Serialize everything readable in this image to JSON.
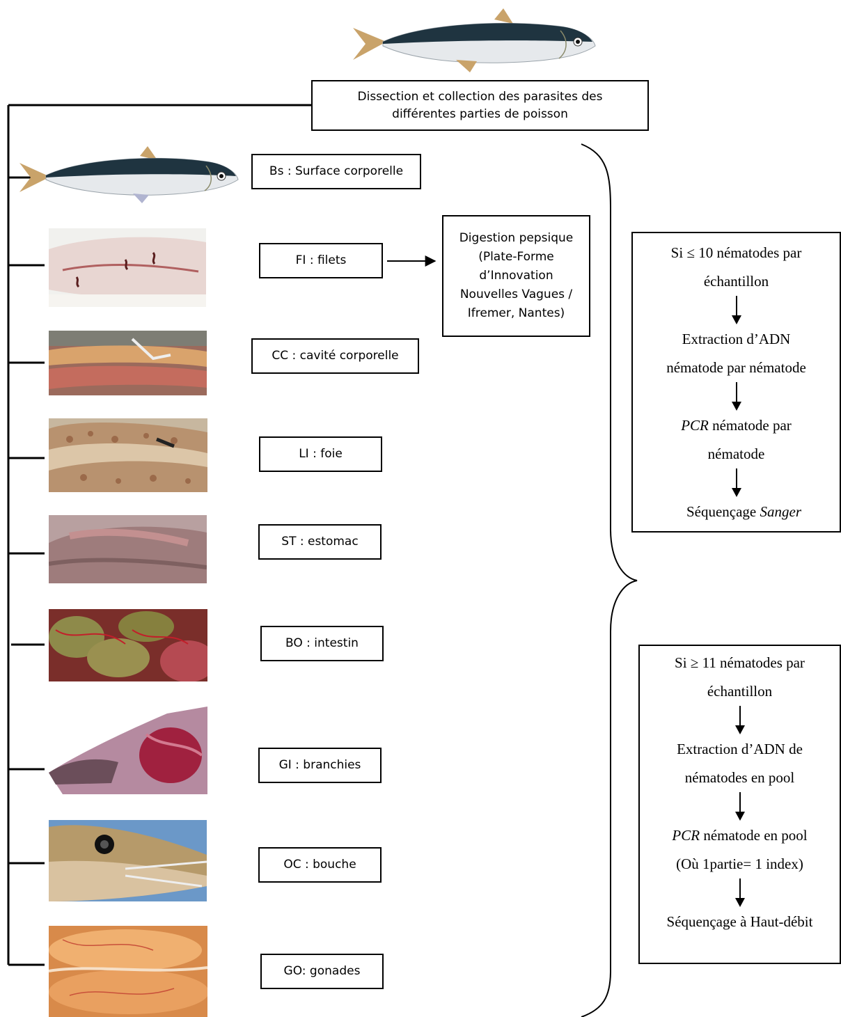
{
  "header": {
    "title": "Dissection et collection des parasites des différentes parties de poisson"
  },
  "parts": [
    {
      "code": "Bs",
      "label": "Bs : Surface corporelle",
      "image": "whole-fish"
    },
    {
      "code": "FI",
      "label": "FI : filets",
      "image": "fillet-photo"
    },
    {
      "code": "CC",
      "label": "CC : cavité corporelle",
      "image": "body-cavity-photo"
    },
    {
      "code": "LI",
      "label": "LI : foie",
      "image": "liver-photo"
    },
    {
      "code": "ST",
      "label": "ST : estomac",
      "image": "stomach-photo"
    },
    {
      "code": "BO",
      "label": "BO : intestin",
      "image": "intestine-photo"
    },
    {
      "code": "GI",
      "label": "GI : branchies",
      "image": "gills-photo"
    },
    {
      "code": "OC",
      "label": "OC : bouche",
      "image": "mouth-photo"
    },
    {
      "code": "GO",
      "label": "GO: gonades",
      "image": "gonads-photo"
    }
  ],
  "digestion": {
    "lines": [
      "Digestion pepsique",
      "(Plate-Forme",
      "d’Innovation",
      "Nouvelles Vagues /",
      "Ifremer, Nantes)"
    ]
  },
  "protocol_low": {
    "condition_lines": [
      "Si ≤ 10 nématodes par",
      "échantillon"
    ],
    "extraction_lines": [
      "Extraction d’ADN",
      "nématode par nématode"
    ],
    "pcr_term": "PCR",
    "pcr_rest": " nématode par",
    "pcr_line2": "nématode",
    "sequencing_prefix": "Séquençage ",
    "sequencing_term": "Sanger"
  },
  "protocol_high": {
    "condition_lines": [
      "Si ≥ 11 nématodes par",
      "échantillon"
    ],
    "extraction_lines": [
      "Extraction d’ADN de",
      "nématodes en pool"
    ],
    "pcr_term": "PCR",
    "pcr_rest": " nématode en pool",
    "pcr_line2": "(Où 1partie= 1 index)",
    "sequencing": "Séquençage à Haut-débit"
  },
  "colors": {
    "line": "#000000",
    "fish_back": "#1f3440",
    "fish_belly": "#e6e9ec",
    "fin": "#c9a36a"
  }
}
